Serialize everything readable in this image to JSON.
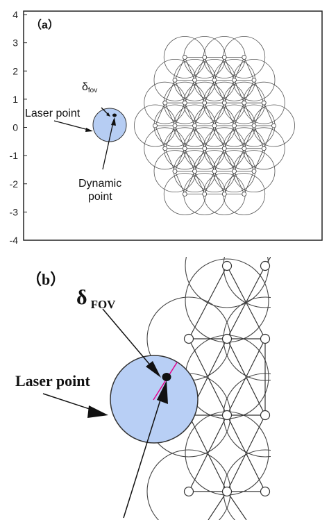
{
  "panel_a": {
    "tag": "（a）",
    "y_ticks": [
      "4",
      "3",
      "2",
      "1",
      "0",
      "-1",
      "-2",
      "-3",
      "-4"
    ],
    "labels": {
      "delta": "δ",
      "delta_sub": "fov",
      "laser_point": "Laser point",
      "dynamic_point_line1": "Dynamic",
      "dynamic_point_line2": "point"
    },
    "colors": {
      "laser_fill": "#b6cdf3",
      "grid_stroke": "#555555"
    }
  },
  "panel_b": {
    "tag": "（b）",
    "labels": {
      "delta": "δ",
      "delta_sub": "FOV",
      "laser_point": "Laser point"
    },
    "colors": {
      "laser_fill": "#b8cff5",
      "pink_line": "#e3008c"
    }
  }
}
